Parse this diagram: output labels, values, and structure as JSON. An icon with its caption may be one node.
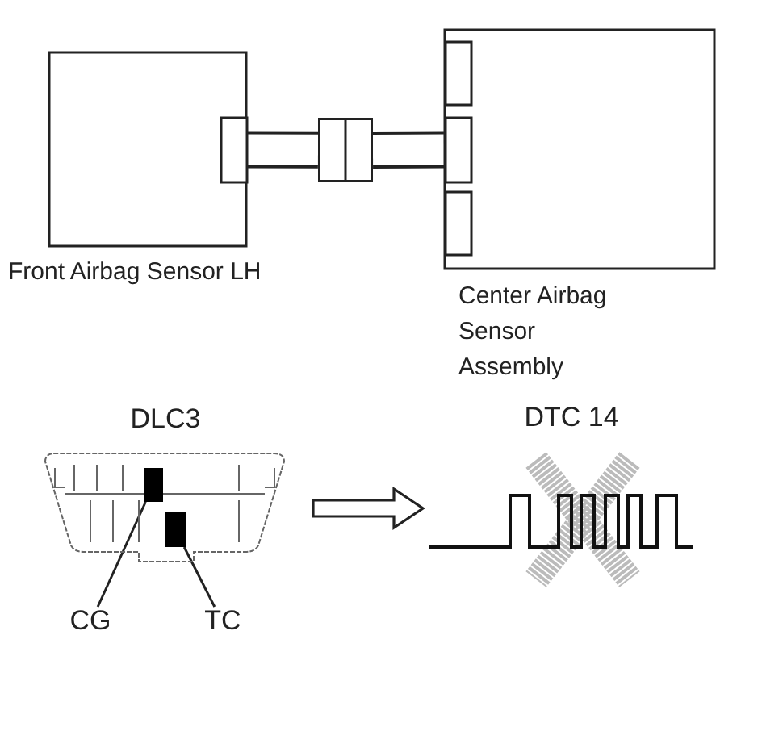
{
  "diagram": {
    "nodes": [
      {
        "text": [
          "Front Airbag Sensor LH"
        ]
      },
      {
        "text": [
          "Center Airbag Sensor Assembly"
        ]
      },
      {
        "text": [],
        "shape": "box"
      },
      {
        "text": [
          "DLC3"
        ]
      },
      {
        "text": [],
        "shape": "box",
        "in": 3
      },
      {
        "text": [],
        "shape": "box",
        "in": 3
      },
      {
        "text": [
          "CG"
        ]
      },
      {
        "text": [
          "TC"
        ]
      },
      {
        "text": [
          "DTC 14"
        ]
      }
    ],
    "edges": [
      {
        "from": 0,
        "to": 2,
        "arrow": "none",
        "style": "thick"
      },
      {
        "from": 2,
        "to": 1,
        "arrow": "none",
        "style": "thick"
      },
      {
        "from": 6,
        "to": 4,
        "arrow": "none"
      },
      {
        "from": 7,
        "to": 5,
        "arrow": "none"
      },
      {
        "from": 3,
        "to": 8,
        "arrow": "to"
      }
    ]
  }
}
